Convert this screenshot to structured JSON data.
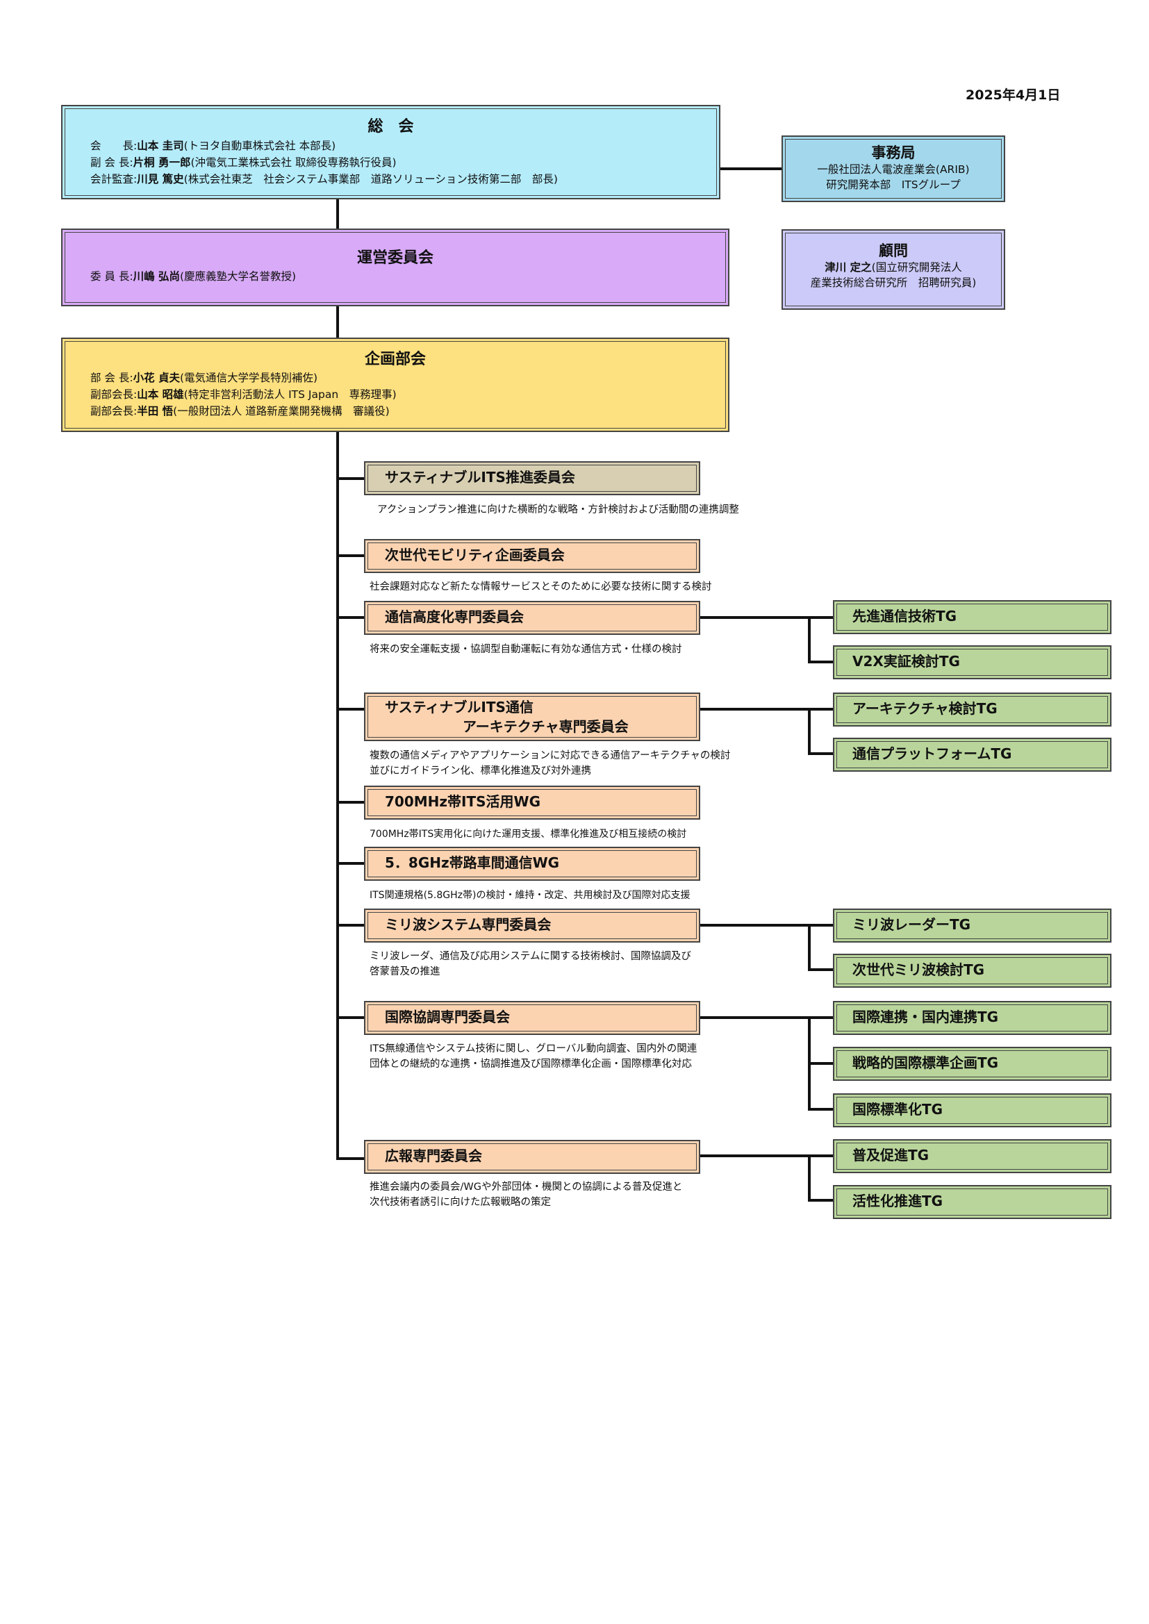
{
  "date": "2025年4月1日",
  "colors": {
    "soukai": "#b4ecfa",
    "jimukyoku": "#a3d8ec",
    "unei": "#d8aaf8",
    "komon": "#cccaf8",
    "kikaku": "#fde07f",
    "sustainable": "#d8cfb2",
    "committee": "#fbd3b1",
    "tg": "#b9d59b"
  },
  "soukai": {
    "title": "総　会",
    "roles": [
      {
        "label": "会　　長:",
        "name": "山本 圭司",
        "org": "(トヨタ自動車株式会社 本部長)"
      },
      {
        "label": "副 会 長:",
        "name": "片桐 勇一郎",
        "org": "(沖電気工業株式会社 取締役専務執行役員)"
      },
      {
        "label": "会計監査:",
        "name": "川見 篤史",
        "org": "(株式会社東芝　社会システム事業部　道路ソリューション技術第二部　部長)"
      }
    ]
  },
  "jimukyoku": {
    "title": "事務局",
    "line1": "一般社団法人電波産業会(ARIB)",
    "line2": "研究開発本部　ITSグループ"
  },
  "unei": {
    "title": "運営委員会",
    "roles": [
      {
        "label": "委 員 長:",
        "name": "川嶋 弘尚",
        "org": "(慶應義塾大学名誉教授)"
      }
    ]
  },
  "komon": {
    "title": "顧問",
    "name": "津川 定之",
    "line1_rest": "(国立研究開発法人",
    "line2": "産業技術総合研究所　招聘研究員)"
  },
  "kikaku": {
    "title": "企画部会",
    "roles": [
      {
        "label": "部 会 長:",
        "name": "小花 貞夫",
        "org": "(電気通信大学学長特別補佐)"
      },
      {
        "label": "副部会長:",
        "name": "山本 昭雄",
        "org": "(特定非営利活動法人 ITS Japan　専務理事)"
      },
      {
        "label": "副部会長:",
        "name": "半田 悟",
        "org": "(一般財団法人 道路新産業開発機構　審議役)"
      }
    ]
  },
  "committees": [
    {
      "title": "サスティナブルITS推進委員会",
      "desc": [
        "アクションプラン推進に向けた横断的な戦略・方針検討および活動間の連携調整"
      ],
      "tgs": []
    },
    {
      "title": "次世代モビリティ企画委員会",
      "desc": [
        "社会課題対応など新たな情報サービスとそのために必要な技術に関する検討"
      ],
      "tgs": []
    },
    {
      "title": "通信高度化専門委員会",
      "desc": [
        "将来の安全運転支援・協調型自動運転に有効な通信方式・仕様の検討"
      ],
      "tgs": [
        "先進通信技術TG",
        "V2X実証検討TG"
      ]
    },
    {
      "title_line1": "サスティナブルITS通信",
      "title_line2": "アーキテクチャ専門委員会",
      "desc": [
        "複数の通信メディアやアプリケーションに対応できる通信アーキテクチャの検討",
        "並びにガイドライン化、標準化推進及び対外連携"
      ],
      "tgs": [
        "アーキテクチャ検討TG",
        "通信プラットフォームTG"
      ]
    },
    {
      "title": "700MHz帯ITS活用WG",
      "desc": [
        "700MHz帯ITS実用化に向けた運用支援、標準化推進及び相互接続の検討"
      ],
      "tgs": []
    },
    {
      "title": "5．8GHz帯路車間通信WG",
      "desc": [
        "ITS関連規格(5.8GHz帯)の検討・維持・改定、共用検討及び国際対応支援"
      ],
      "tgs": []
    },
    {
      "title": "ミリ波システム専門委員会",
      "desc": [
        "ミリ波レーダ、通信及び応用システムに関する技術検討、国際協調及び",
        "啓蒙普及の推進"
      ],
      "tgs": [
        "ミリ波レーダーTG",
        "次世代ミリ波検討TG"
      ]
    },
    {
      "title": "国際協調専門委員会",
      "desc": [
        "ITS無線通信やシステム技術に関し、グローバル動向調査、国内外の関連",
        "団体との継続的な連携・協調推進及び国際標準化企画・国際標準化対応"
      ],
      "tgs": [
        "国際連携・国内連携TG",
        "戦略的国際標準企画TG",
        "国際標準化TG"
      ]
    },
    {
      "title": "広報専門委員会",
      "desc": [
        "推進会議内の委員会/WGや外部団体・機関との協調による普及促進と",
        "次代技術者誘引に向けた広報戦略の策定"
      ],
      "tgs": [
        "普及促進TG",
        "活性化推進TG"
      ]
    }
  ]
}
